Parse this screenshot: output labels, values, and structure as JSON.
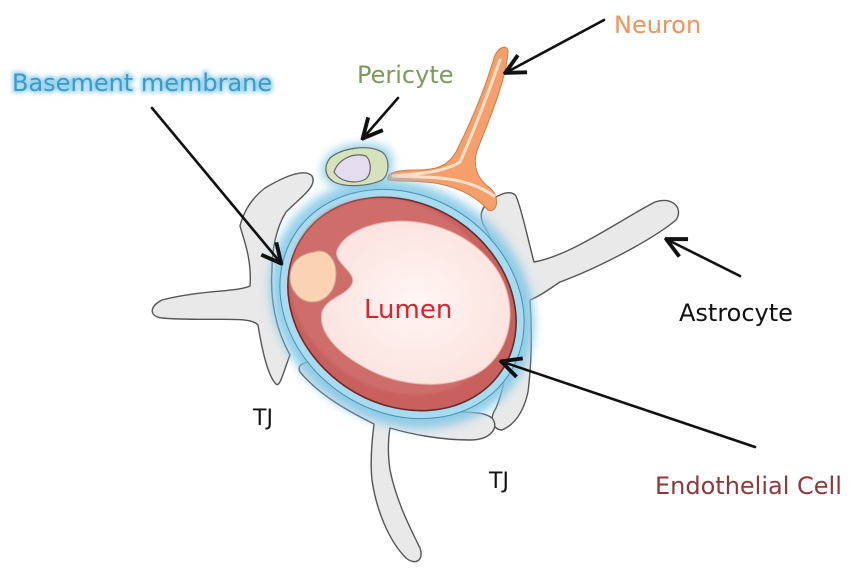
{
  "labels": {
    "neuron": "Neuron",
    "basement_membrane": "Basement membrane",
    "pericyte": "Pericyte",
    "astrocyte": "Astrocyte",
    "lumen": "Lumen",
    "endothelial_cell": "Endothelial Cell",
    "tj_left": "TJ",
    "tj_bottom": "TJ"
  },
  "colors": {
    "neuron": "#f5a06a",
    "basement_membrane": "#7fc6e6",
    "pericyte_label": "#7c9a5c",
    "pericyte_body": "#d5e3bd",
    "pericyte_nucleus": "#e4dcef",
    "lumen_text": "#e0202a",
    "endothelial_text": "#8a3a3a",
    "endothelium": "#c8605e",
    "lumen_fill": "#fde8e6",
    "nucleus": "#fbd3b4",
    "astrocyte": "#e9e9ea",
    "outline": "#555555",
    "text": "#111111"
  }
}
